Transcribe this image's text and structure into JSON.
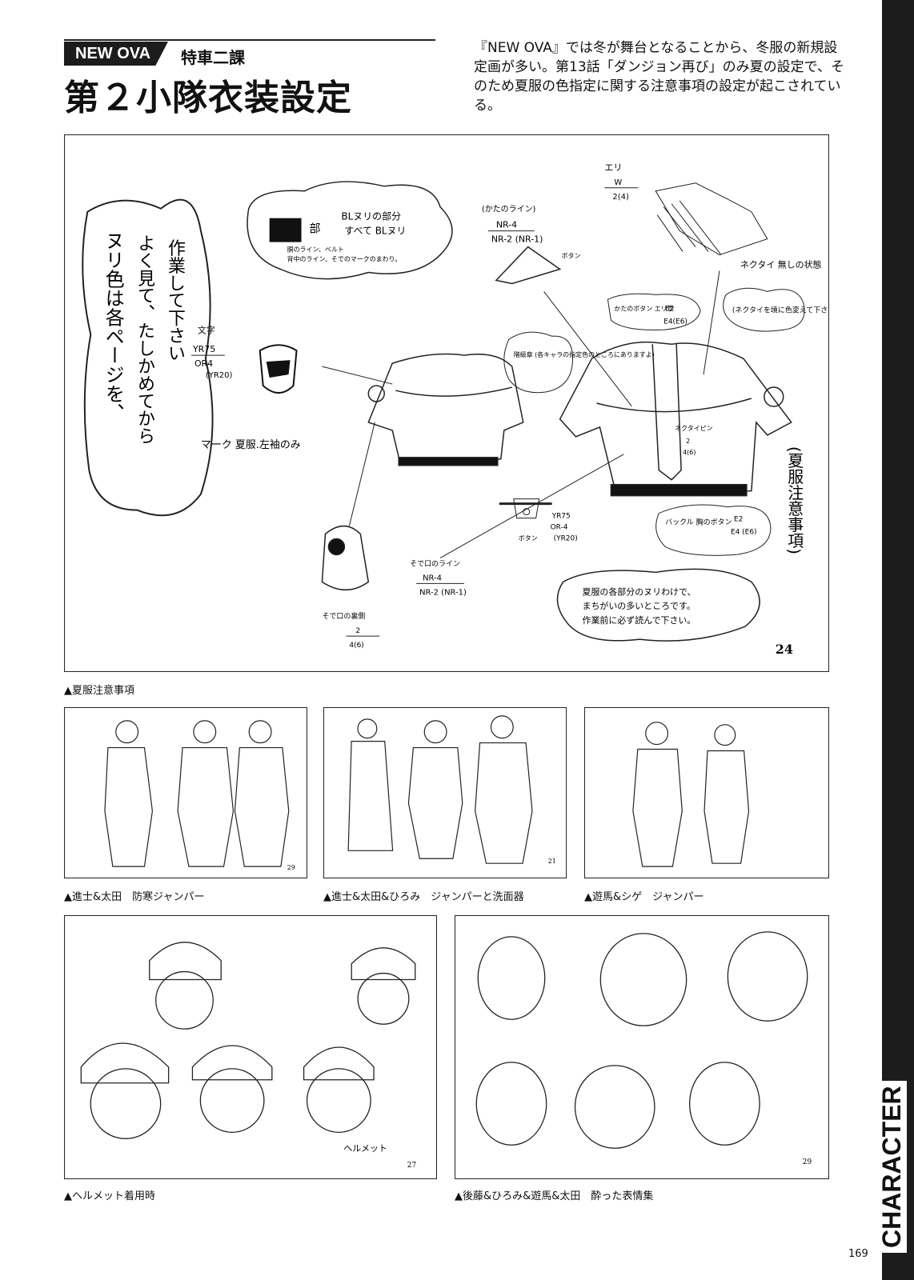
{
  "header": {
    "tag": "NEW OVA",
    "subtitle": "特車二課",
    "title": "第２小隊衣装設定",
    "intro": "『NEW OVA』では冬が舞台となることから、冬服の新規設定画が多い。第13話「ダンジョン再び」のみ夏の設定で、そのため夏服の色指定に関する注意事項の設定が起こされている。"
  },
  "side_label": "CHARACTER",
  "page_number": "169",
  "main_sheet": {
    "sheet_no": "24",
    "vertical_note": "ヌリ色は各ページを、よく見て、たしかめてから作業して下さい",
    "vertical_note_lines": [
      "ヌリ色は各ページを、",
      "よく見て、たしかめてから",
      "作業して下さい"
    ],
    "side_title": "(夏服注意事項)",
    "side_title_lines": [
      "(夏",
      "服",
      "注",
      "意",
      "事",
      "項)"
    ],
    "notes": {
      "cloud_top_1": "BLヌリの部分",
      "cloud_top_2": "すべて BLヌリ",
      "cloud_top_label": "部",
      "cloud_top_small_1": "胴のライン、ベルト",
      "cloud_top_small_2": "背中のライン、そでのマークのまわり。",
      "moji": "文字",
      "moji_code_1": "YR75",
      "moji_code_2": "OR4",
      "moji_code_3": "(YR20)",
      "mark": "マーク 夏服.左袖のみ",
      "kata": "(かたのライン)",
      "kata_code_1": "NR-4",
      "kata_code_2": "NR-2 (NR-1)",
      "button": "ボタン",
      "eri": "エリ",
      "eri_code_1": "W",
      "eri_code_2": "2(4)",
      "necktie": "ネクタイ 無しの状態",
      "necktie_cloud": "(ネクタイを境に色変えて下さい)",
      "kata_button": "かたのボタン エリ章",
      "kata_button_code_1": "E2",
      "kata_button_code_2": "E4(E6)",
      "kaikyu": "階級章 (各キャラの指定色のところにありますよ)",
      "tiepin": "ネクタイピン",
      "tiepin_code_1": "2",
      "tiepin_code_2": "4(6)",
      "buckle": "バックル 胸のボタン",
      "buckle_code_1": "E2",
      "buckle_code_2": "E4 (E6)",
      "belt_code_1": "YR75",
      "belt_code_2": "OR-4",
      "belt_code_3": "(YR20)",
      "sodeguchi": "そで口のライン",
      "sodeguchi_code_1": "NR-4",
      "sodeguchi_code_2": "NR-2 (NR-1)",
      "sodeguchi_ura": "そで口の裏側",
      "sodeguchi_ura_code_1": "2",
      "sodeguchi_ura_code_2": "4(6)",
      "bottom_cloud": "夏服の各部分のヌリわけで、まちがいの多いところです。作業前に必ず読んで下さい。",
      "bottom_cloud_lines": [
        "夏服の各部分のヌリわけで、",
        "まちがいの多いところです。",
        "作業前に必ず読んで下さい。"
      ]
    },
    "caption": "▲夏服注意事項"
  },
  "panels": [
    {
      "caption": "▲進士&太田　防寒ジャンパー",
      "sheet_no": "29"
    },
    {
      "caption": "▲進士&太田&ひろみ　ジャンパーと洗面器",
      "sheet_no": "21"
    },
    {
      "caption": "▲遊馬&シゲ　ジャンパー",
      "sheet_no": ""
    },
    {
      "caption": "▲ヘルメット着用時",
      "sheet_no": "27",
      "note": "ヘルメット"
    },
    {
      "caption": "▲後藤&ひろみ&遊馬&太田　酔った表情集",
      "sheet_no": "29"
    }
  ]
}
